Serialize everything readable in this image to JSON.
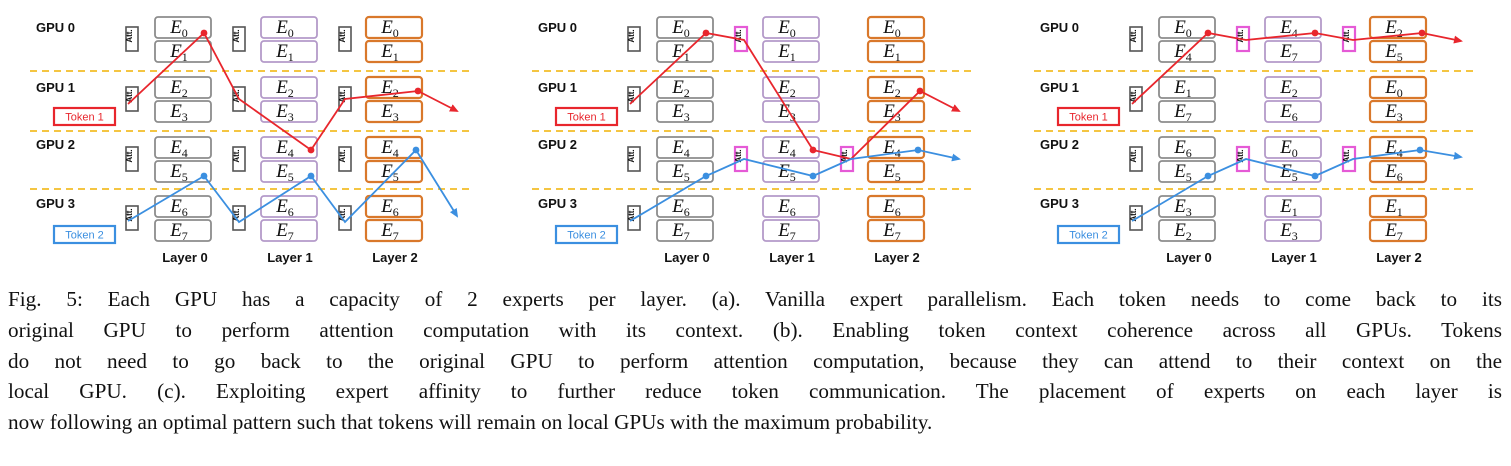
{
  "colors": {
    "grid_line": "#f4c542",
    "token1": "#e8262d",
    "token2": "#3b8fe0",
    "layer0_border": "#8c8c8c",
    "layer1_border": "#b49ac9",
    "layer2_border": "#d9782b",
    "att_highlight": "#e55ad6",
    "att_normal": "#555555"
  },
  "gpu_labels": [
    "GPU 0",
    "GPU 1",
    "GPU 2",
    "GPU 3"
  ],
  "layer_labels": [
    "Layer 0",
    "Layer 1",
    "Layer 2"
  ],
  "token_labels": [
    "Token 1",
    "Token 2"
  ],
  "att_label": "Att.",
  "expert_letter": "E",
  "panels": [
    {
      "id": "a",
      "experts": [
        [
          0,
          1,
          2,
          3,
          4,
          5,
          6,
          7
        ],
        [
          0,
          1,
          2,
          3,
          4,
          5,
          6,
          7
        ],
        [
          0,
          1,
          2,
          3,
          4,
          5,
          6,
          7
        ]
      ],
      "att_visible": [
        true,
        true,
        true
      ],
      "att_highlight": [
        false,
        false,
        false
      ]
    },
    {
      "id": "b",
      "experts": [
        [
          0,
          1,
          2,
          3,
          4,
          5,
          6,
          7
        ],
        [
          0,
          1,
          2,
          3,
          4,
          5,
          6,
          7
        ],
        [
          0,
          1,
          2,
          3,
          4,
          5,
          6,
          7
        ]
      ],
      "att_visible": [
        true,
        false,
        false
      ],
      "att_highlight": [
        false,
        true,
        true
      ]
    },
    {
      "id": "c",
      "experts": [
        [
          0,
          4,
          1,
          7,
          6,
          5,
          3,
          2
        ],
        [
          4,
          7,
          2,
          6,
          0,
          5,
          1,
          3
        ],
        [
          2,
          5,
          0,
          3,
          4,
          6,
          1,
          7
        ]
      ],
      "att_visible": [
        true,
        false,
        false
      ],
      "att_highlight": [
        false,
        true,
        true
      ]
    }
  ],
  "caption": {
    "lines": [
      "Fig. 5: Each GPU has a capacity of 2 experts per layer. (a). Vanilla expert parallelism. Each token needs to come back to its",
      "original GPU to perform attention computation with its context. (b). Enabling token context coherence across all GPUs. Tokens",
      "do not need to go back to the original GPU to perform attention computation, because they can attend to their context on the",
      "local GPU. (c). Exploiting expert affinity to further reduce token communication. The placement of experts on each layer is",
      "now following an optimal pattern such that tokens will remain on local GPUs with the maximum probability."
    ]
  }
}
